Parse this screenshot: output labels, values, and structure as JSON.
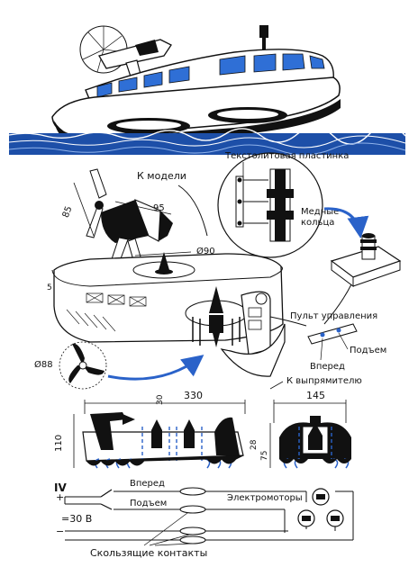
{
  "colors": {
    "ink": "#111111",
    "accent_blue": "#2a62c9",
    "water_blue": "#1d4fa8",
    "window_blue": "#2f6fd6",
    "paper": "#ffffff"
  },
  "labels": {
    "to_model": "К модели",
    "textolite_plate": "Текстолитовая пластинка",
    "copper_rings_1": "Медные",
    "copper_rings_2": "кольца",
    "control_panel": "Пульт управления",
    "lift": "Подъем",
    "forward": "Вперед",
    "to_rectifier": "К выпрямителю",
    "electric_motors": "Электромоторы",
    "sliding_contacts": "Скользящие контакты",
    "circuit_forward": "Вперед",
    "circuit_lift": "Подъем",
    "voltage": "=30 В",
    "plus": "+",
    "minus": "−",
    "section_numeral": "IV"
  },
  "dimensions": {
    "d85": "85",
    "d95": "95",
    "d90": "Ø90",
    "d5": "5",
    "d88": "Ø88",
    "d330": "330",
    "d30": "30",
    "d110": "110",
    "d145": "145",
    "d28": "28",
    "d75": "75"
  },
  "icons": {
    "hovercraft": "hovercraft-illustration",
    "propeller": "three-blade-propeller",
    "motor": "electric-motor"
  }
}
